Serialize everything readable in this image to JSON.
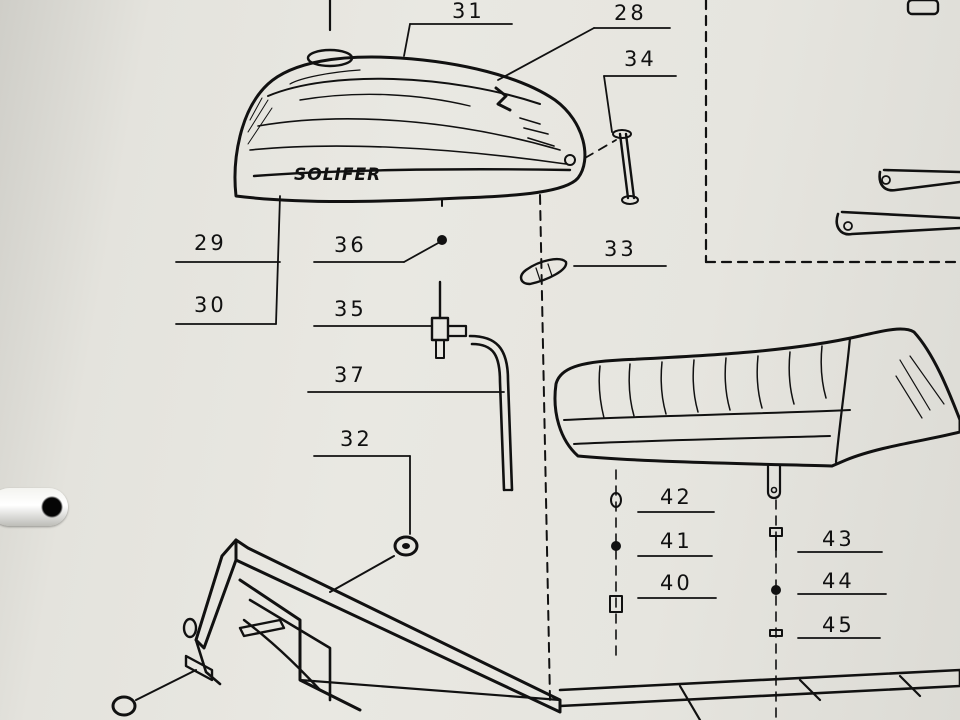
{
  "diagram": {
    "brand_text": "SOLIFER",
    "part_numbers": [
      {
        "id": "31",
        "text": "31"
      },
      {
        "id": "28",
        "text": "28"
      },
      {
        "id": "34",
        "text": "34"
      },
      {
        "id": "29",
        "text": "29"
      },
      {
        "id": "30",
        "text": "30"
      },
      {
        "id": "36",
        "text": "36"
      },
      {
        "id": "33",
        "text": "33"
      },
      {
        "id": "35",
        "text": "35"
      },
      {
        "id": "37",
        "text": "37"
      },
      {
        "id": "32",
        "text": "32"
      },
      {
        "id": "42",
        "text": "42"
      },
      {
        "id": "41",
        "text": "41"
      },
      {
        "id": "40",
        "text": "40"
      },
      {
        "id": "43",
        "text": "43"
      },
      {
        "id": "44",
        "text": "44"
      },
      {
        "id": "45",
        "text": "45"
      }
    ]
  }
}
